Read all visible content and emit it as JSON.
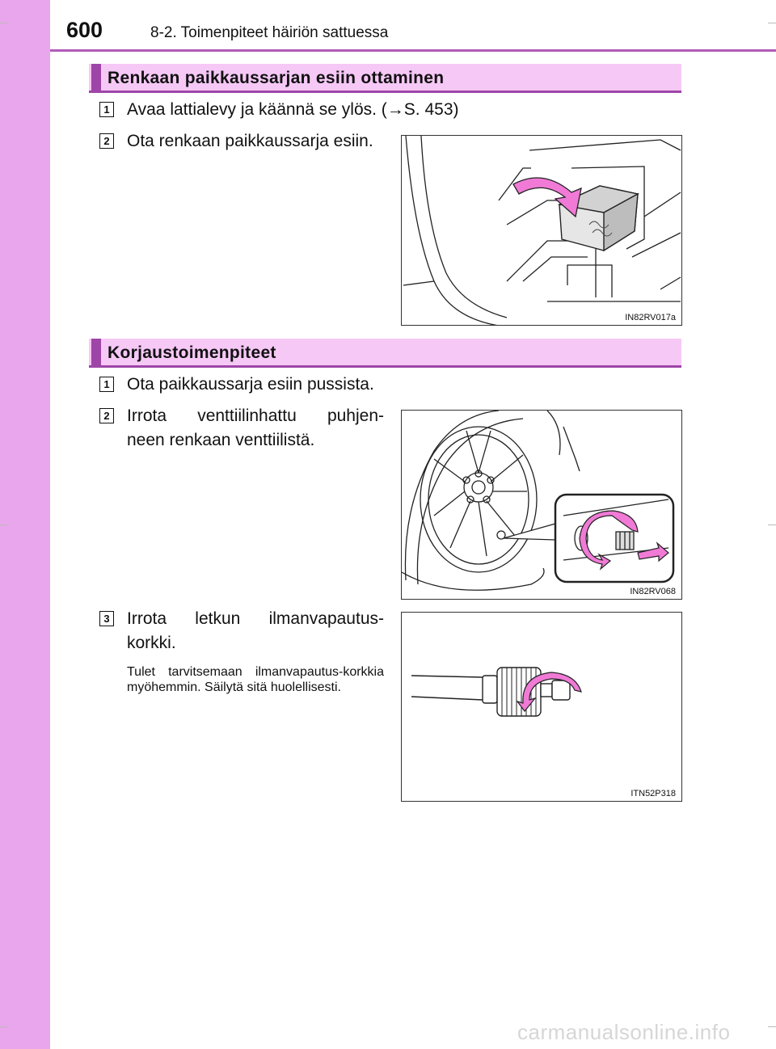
{
  "header": {
    "page_number": "600",
    "chapter": "8-2. Toimenpiteet häiriön sattuessa"
  },
  "sections": [
    {
      "title": "Renkaan paikkaussarjan esiin ottaminen",
      "steps": [
        {
          "number": "1",
          "text": "Avaa lattialevy ja käännä se ylös. (→S. 453)"
        },
        {
          "number": "2",
          "text": "Ota renkaan paikkaussarja esiin."
        }
      ],
      "figure_code": "IN82RV017a"
    },
    {
      "title": "Korjaustoimenpiteet",
      "steps": [
        {
          "number": "1",
          "text": "Ota paikkaussarja esiin pussista."
        },
        {
          "number": "2",
          "lines": [
            "Irrota venttiilinhattu puhjen-",
            "neen renkaan venttiilistä."
          ]
        },
        {
          "number": "3",
          "lines": [
            "Irrota letkun ilmanvapautus-",
            "korkki."
          ],
          "note": "Tulet tarvitsemaan ilmanvapautus-korkkia myöhemmin. Säilytä sitä huolellisesti."
        }
      ],
      "figure_codes": [
        "IN82RV068",
        "ITN52P318"
      ]
    }
  ],
  "colors": {
    "side_strip": "#e9a6ec",
    "header_rule": "#b25ab8",
    "section_bg": "#f6c8f6",
    "section_accent": "#9d46a8",
    "arrow_pink": "#f07ad6"
  },
  "watermark": "carmanualsonline.info"
}
